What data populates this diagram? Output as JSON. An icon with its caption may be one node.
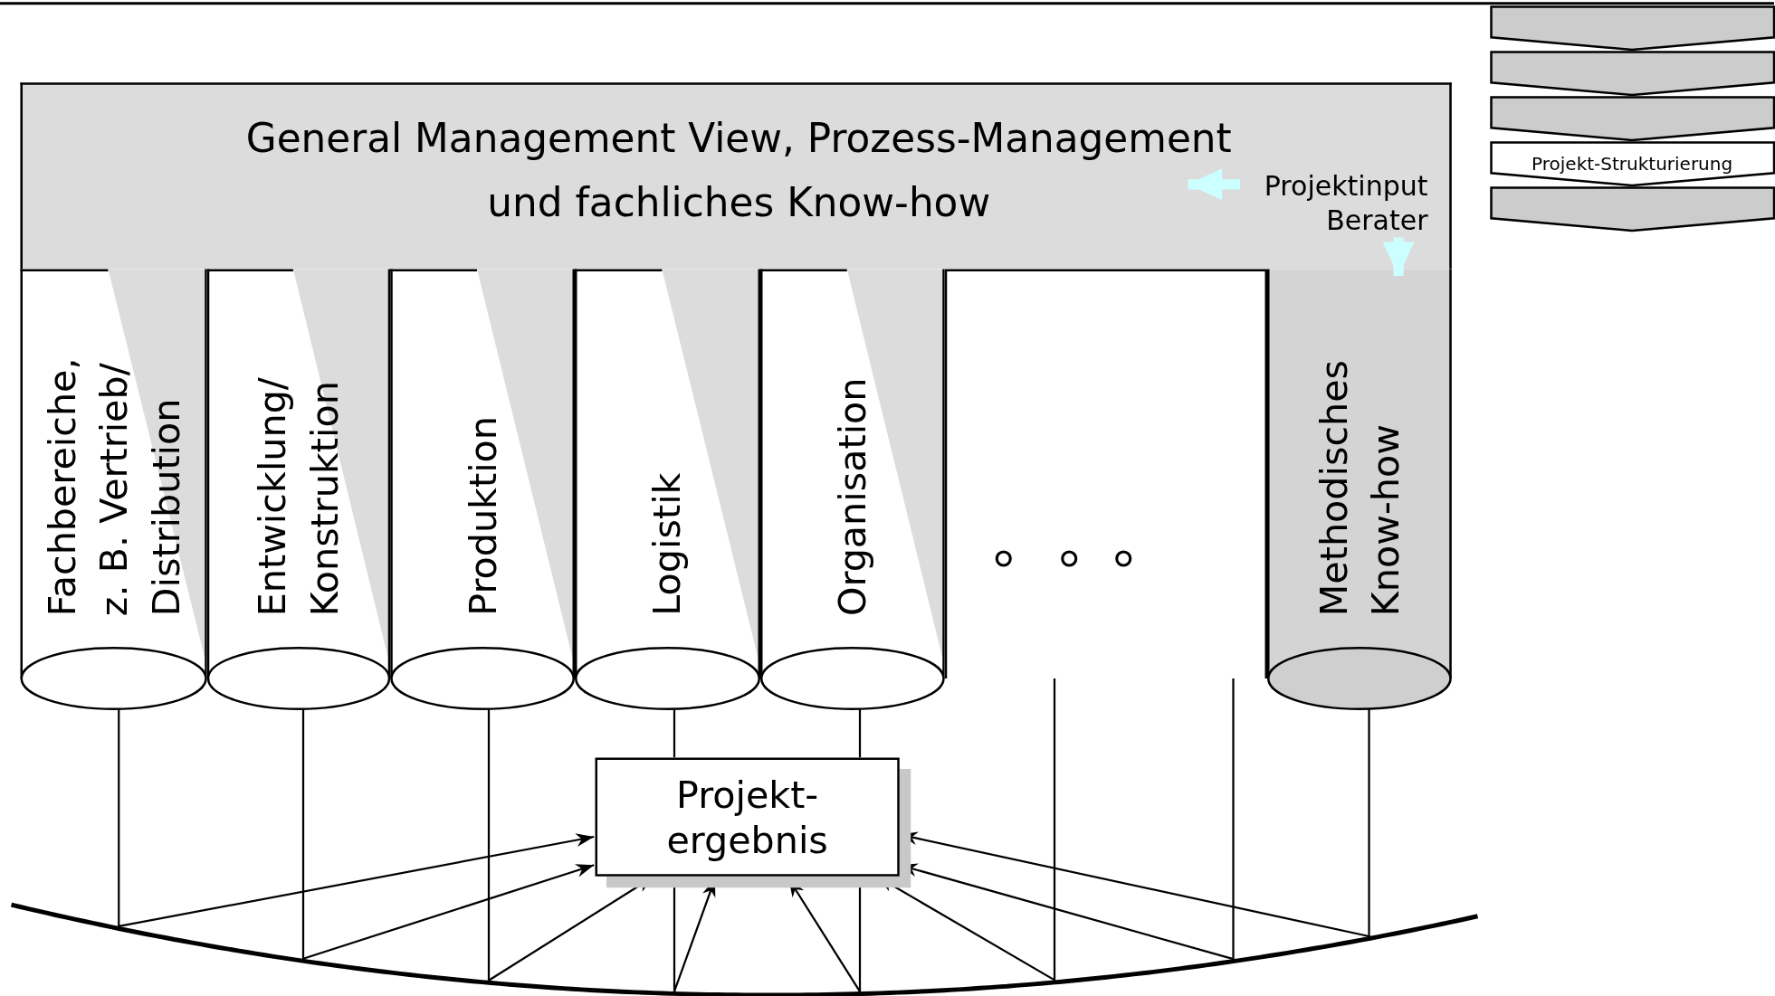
{
  "diagram": {
    "nodes": [
      {
        "text": [
          "General Management View, Prozess-Management und fachliches Know-how"
        ]
      },
      {
        "text": [
          "Fachbereiche, z. B. Vertrieb/ Distribution"
        ]
      },
      {
        "text": [
          "Entwicklung/ Konstruktion"
        ]
      },
      {
        "text": [
          "Produktion"
        ]
      },
      {
        "text": [
          "Logistik"
        ]
      },
      {
        "text": [
          "Organisation"
        ]
      },
      {
        "text": [],
        "shape": "box"
      },
      {
        "text": [
          "Methodisches Know-how"
        ]
      },
      {
        "text": [
          "Projekt- ergebnis"
        ]
      },
      {
        "text": [],
        "shape": "arc"
      },
      {
        "text": [],
        "shape": "chevron"
      },
      {
        "text": [],
        "shape": "chevron"
      },
      {
        "text": [],
        "shape": "chevron"
      },
      {
        "text": [
          "Projekt-Strukturierung"
        ]
      },
      {
        "text": [],
        "shape": "chevron"
      }
    ],
    "edges": [
      {
        "from": 0,
        "to": 7,
        "arrow": "both",
        "label": "Projektinput Berater",
        "color": "#ccffff",
        "style": "thick"
      },
      {
        "from": 1,
        "to": 9,
        "arrow": "none"
      },
      {
        "from": 2,
        "to": 9,
        "arrow": "none"
      },
      {
        "from": 3,
        "to": 9,
        "arrow": "none"
      },
      {
        "from": 4,
        "to": 8,
        "arrow": "none"
      },
      {
        "from": 5,
        "to": 8,
        "arrow": "none"
      },
      {
        "from": 8,
        "to": 9,
        "arrow": "none"
      },
      {
        "from": 8,
        "to": 9,
        "arrow": "none"
      },
      {
        "from": 6,
        "to": 9,
        "arrow": "none"
      },
      {
        "from": 6,
        "to": 9,
        "arrow": "none"
      },
      {
        "from": 7,
        "to": 9,
        "arrow": "none"
      },
      {
        "from": 9,
        "to": 8,
        "arrow": "to"
      },
      {
        "from": 9,
        "to": 8,
        "arrow": "to"
      },
      {
        "from": 9,
        "to": 8,
        "arrow": "to"
      },
      {
        "from": 9,
        "to": 8,
        "arrow": "to"
      },
      {
        "from": 9,
        "to": 8,
        "arrow": "to"
      },
      {
        "from": 9,
        "to": 8,
        "arrow": "to"
      },
      {
        "from": 9,
        "to": 8,
        "arrow": "to"
      },
      {
        "from": 9,
        "to": 8,
        "arrow": "to"
      }
    ]
  }
}
